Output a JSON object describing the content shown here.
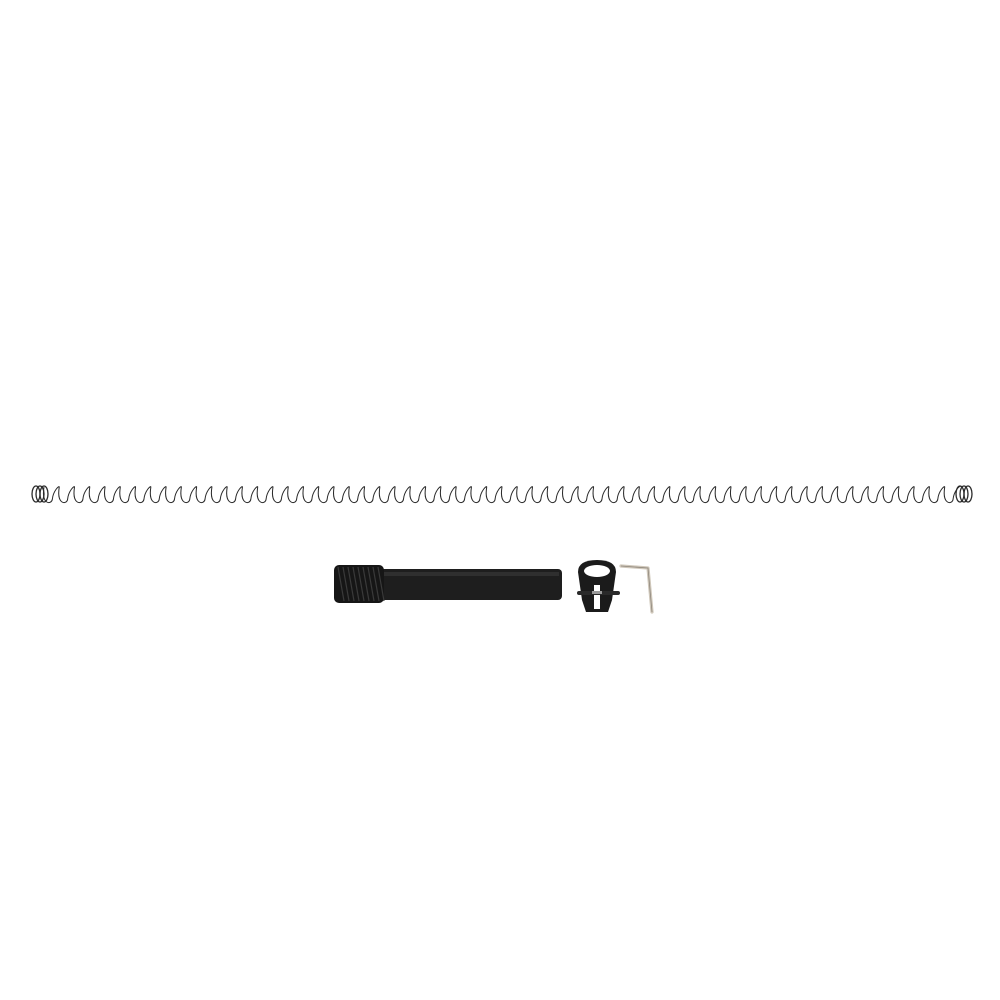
{
  "scene": {
    "background": "#ffffff",
    "items": [
      {
        "name": "magazine-spring",
        "color": "#2a2a2a"
      },
      {
        "name": "extension-tube",
        "color": "#1c1c1c"
      },
      {
        "name": "barrel-clamp",
        "color": "#1a1a1a"
      },
      {
        "name": "allen-key",
        "color": "#d8d0c4"
      }
    ]
  }
}
